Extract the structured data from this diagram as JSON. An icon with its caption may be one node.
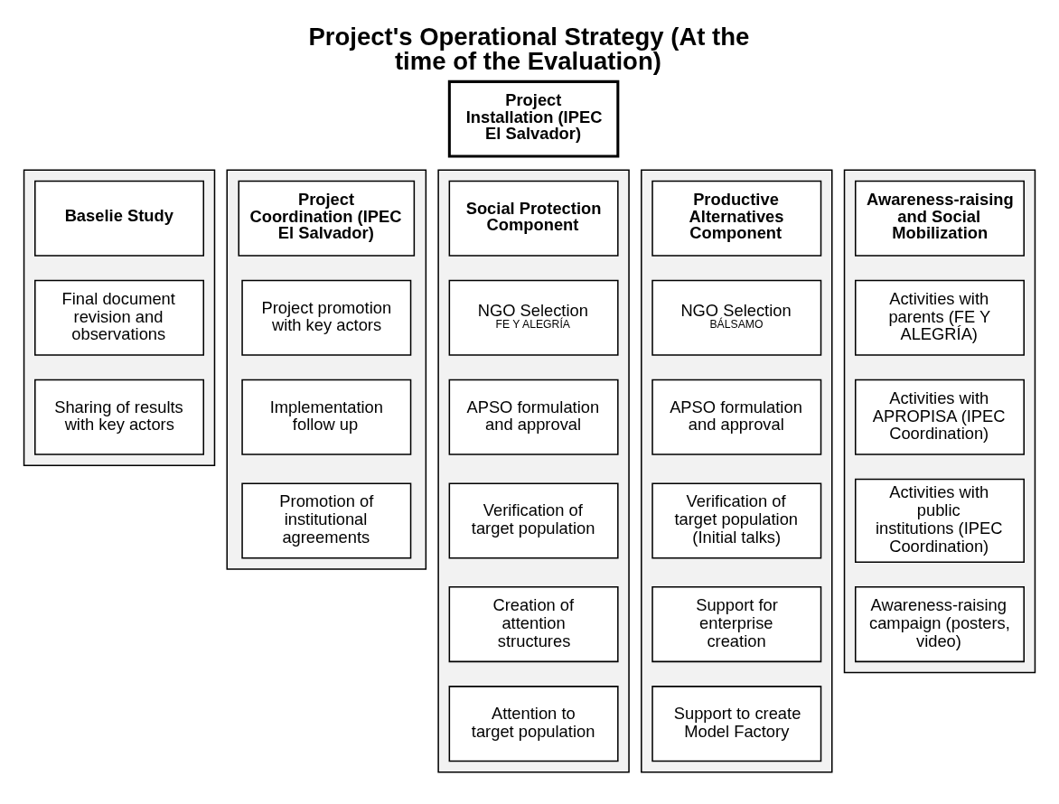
{
  "diagram": {
    "title": "Project's Operational Strategy (At the time of the Evaluation)",
    "nodes": [
      {
        "text": [
          "Project Installation (IPEC El Salvador)"
        ]
      },
      {
        "text": [],
        "shape": "box"
      },
      {
        "text": [
          "Baselie Study"
        ],
        "in": 1
      },
      {
        "text": [
          "Final document revision and observations"
        ],
        "in": 1
      },
      {
        "text": [
          "Sharing of results with key actors"
        ],
        "in": 1
      },
      {
        "text": [],
        "shape": "box"
      },
      {
        "text": [
          "Project Coordination (IPEC El Salvador)"
        ],
        "in": 5
      },
      {
        "text": [
          "Project promotion with key actors"
        ],
        "in": 5
      },
      {
        "text": [
          "Implementation follow up"
        ],
        "in": 5
      },
      {
        "text": [
          "Promotion of institutional agreements"
        ],
        "in": 5
      },
      {
        "text": [],
        "shape": "box"
      },
      {
        "text": [
          "Social Protection Component"
        ],
        "in": 10
      },
      {
        "text": [
          "NGO Selection",
          "FE Y ALEGRÍA"
        ],
        "in": 10
      },
      {
        "text": [
          "APSO formulation and approval"
        ],
        "in": 10
      },
      {
        "text": [
          "Verification of target population"
        ],
        "in": 10
      },
      {
        "text": [
          "Creation of attention structures"
        ],
        "in": 10
      },
      {
        "text": [
          "Attention to target population"
        ],
        "in": 10
      },
      {
        "text": [],
        "shape": "box"
      },
      {
        "text": [
          "Productive Alternatives Component"
        ],
        "in": 17
      },
      {
        "text": [
          "NGO Selection",
          "BÁLSAMO"
        ],
        "in": 17
      },
      {
        "text": [
          "APSO formulation and approval"
        ],
        "in": 17
      },
      {
        "text": [
          "Verification of target population (Initial talks)"
        ],
        "in": 17
      },
      {
        "text": [
          "Support for enterprise creation"
        ],
        "in": 17
      },
      {
        "text": [
          "Support to create Model Factory"
        ],
        "in": 17
      },
      {
        "text": [],
        "shape": "box"
      },
      {
        "text": [
          "Awareness-raising and Social Mobilization"
        ],
        "in": 24
      },
      {
        "text": [
          "Activities with parents (FE Y ALEGRÍA)"
        ],
        "in": 24
      },
      {
        "text": [
          "Activities with APROPISA (IPEC Coordination)"
        ],
        "in": 24
      },
      {
        "text": [
          "Activities with public institutions (IPEC Coordination)"
        ],
        "in": 24
      },
      {
        "text": [
          "Awareness-raising campaign (posters, video)"
        ],
        "in": 24
      }
    ],
    "edges": []
  }
}
